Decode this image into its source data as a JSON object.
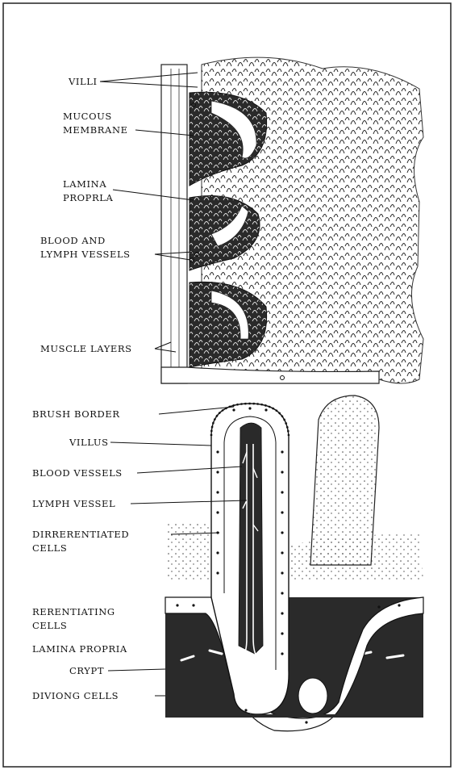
{
  "upper_diagram": {
    "labels": {
      "villi": "VILLI",
      "mucous_line1": "MUCOUS",
      "mucous_line2": "MEMBRANE",
      "lamina_line1": "LAMINA",
      "lamina_line2": "PROPRLA",
      "blood_line1": "BLOOD AND",
      "blood_line2": "LYMPH VESSELS",
      "muscle": "MUSCLE LAYERS"
    }
  },
  "lower_diagram": {
    "labels": {
      "brush_border": "BRUSH BORDER",
      "villus": "VILLUS",
      "blood_vessels": "BLOOD VESSELS",
      "lymph_vessel": "LYMPH VESSEL",
      "dirrerentiated_line1": "DIRRERENTIATED",
      "dirrerentiated_line2": "CELLS",
      "rerentiating_line1": "RERENTIATING",
      "rerentiating_line2": "CELLS",
      "lamina_propria": "LAMINA PROPRIA",
      "crypt": "CRYPT",
      "diviong_cells": "DIVIONG CELLS"
    }
  },
  "colors": {
    "ink": "#111111",
    "dark_tissue": "#2a2a2a",
    "paper": "#ffffff"
  }
}
